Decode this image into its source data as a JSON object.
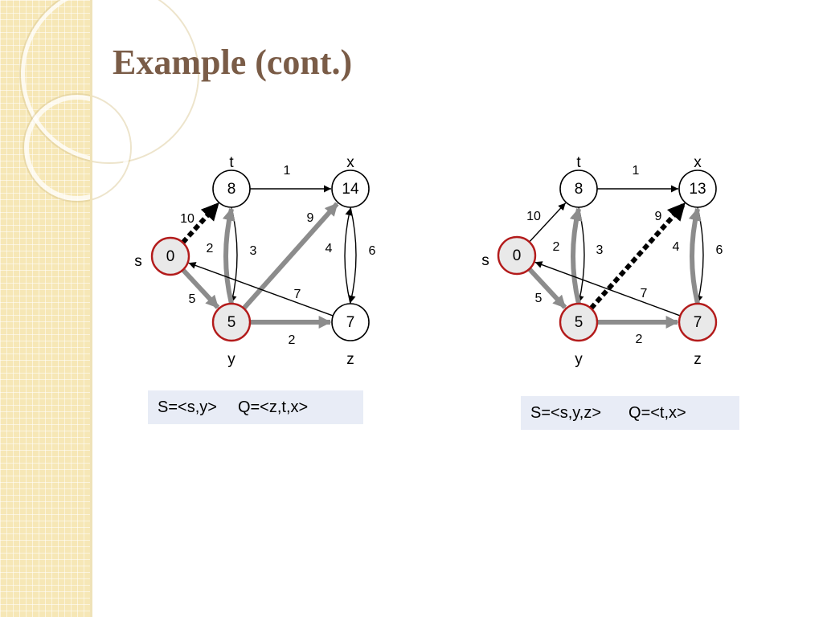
{
  "slide": {
    "title": "Example (cont.)",
    "colors": {
      "title": "#7a5c47",
      "sidebar": "#f6e7b6",
      "visited_node_border": "#b31b1b",
      "visited_node_fill": "#e9e9e9",
      "tree_edge": "#8c8c8c",
      "relaxing_edge": "#000000",
      "status_box": "#e8ecf6"
    }
  },
  "graphs": [
    {
      "id": "g1",
      "nodes": [
        {
          "id": "s",
          "value": "0",
          "label": "s",
          "visited": true
        },
        {
          "id": "t",
          "value": "8",
          "label": "t",
          "visited": false
        },
        {
          "id": "x",
          "value": "14",
          "label": "x",
          "visited": false
        },
        {
          "id": "y",
          "value": "5",
          "label": "y",
          "visited": true
        },
        {
          "id": "z",
          "value": "7",
          "label": "z",
          "visited": false
        }
      ],
      "edges": [
        {
          "from": "s",
          "to": "t",
          "weight": "10",
          "style": "relaxing"
        },
        {
          "from": "s",
          "to": "y",
          "weight": "5",
          "style": "tree"
        },
        {
          "from": "t",
          "to": "x",
          "weight": "1",
          "style": "normal"
        },
        {
          "from": "t",
          "to": "y",
          "weight": "2",
          "style": "normal"
        },
        {
          "from": "y",
          "to": "t",
          "weight": "3",
          "style": "tree"
        },
        {
          "from": "y",
          "to": "x",
          "weight": "9",
          "style": "tree"
        },
        {
          "from": "x",
          "to": "z",
          "weight": "4",
          "style": "normal"
        },
        {
          "from": "z",
          "to": "x",
          "weight": "6",
          "style": "normal"
        },
        {
          "from": "z",
          "to": "s",
          "weight": "7",
          "style": "normal"
        },
        {
          "from": "y",
          "to": "z",
          "weight": "2",
          "style": "tree"
        }
      ],
      "status": {
        "S": "S=<s,y>",
        "Q": "Q=<z,t,x>"
      }
    },
    {
      "id": "g2",
      "nodes": [
        {
          "id": "s",
          "value": "0",
          "label": "s",
          "visited": true
        },
        {
          "id": "t",
          "value": "8",
          "label": "t",
          "visited": false
        },
        {
          "id": "x",
          "value": "13",
          "label": "x",
          "visited": false
        },
        {
          "id": "y",
          "value": "5",
          "label": "y",
          "visited": true
        },
        {
          "id": "z",
          "value": "7",
          "label": "z",
          "visited": true
        }
      ],
      "edges": [
        {
          "from": "s",
          "to": "t",
          "weight": "10",
          "style": "normal"
        },
        {
          "from": "s",
          "to": "y",
          "weight": "5",
          "style": "tree"
        },
        {
          "from": "t",
          "to": "x",
          "weight": "1",
          "style": "normal"
        },
        {
          "from": "t",
          "to": "y",
          "weight": "2",
          "style": "normal"
        },
        {
          "from": "y",
          "to": "t",
          "weight": "3",
          "style": "tree"
        },
        {
          "from": "y",
          "to": "x",
          "weight": "9",
          "style": "relaxing"
        },
        {
          "from": "x",
          "to": "z",
          "weight": "4",
          "style": "normal"
        },
        {
          "from": "z",
          "to": "x",
          "weight": "6",
          "style": "tree"
        },
        {
          "from": "z",
          "to": "s",
          "weight": "7",
          "style": "normal"
        },
        {
          "from": "y",
          "to": "z",
          "weight": "2",
          "style": "tree"
        }
      ],
      "status": {
        "S": "S=<s,y,z>",
        "Q": "Q=<t,x>"
      }
    }
  ]
}
